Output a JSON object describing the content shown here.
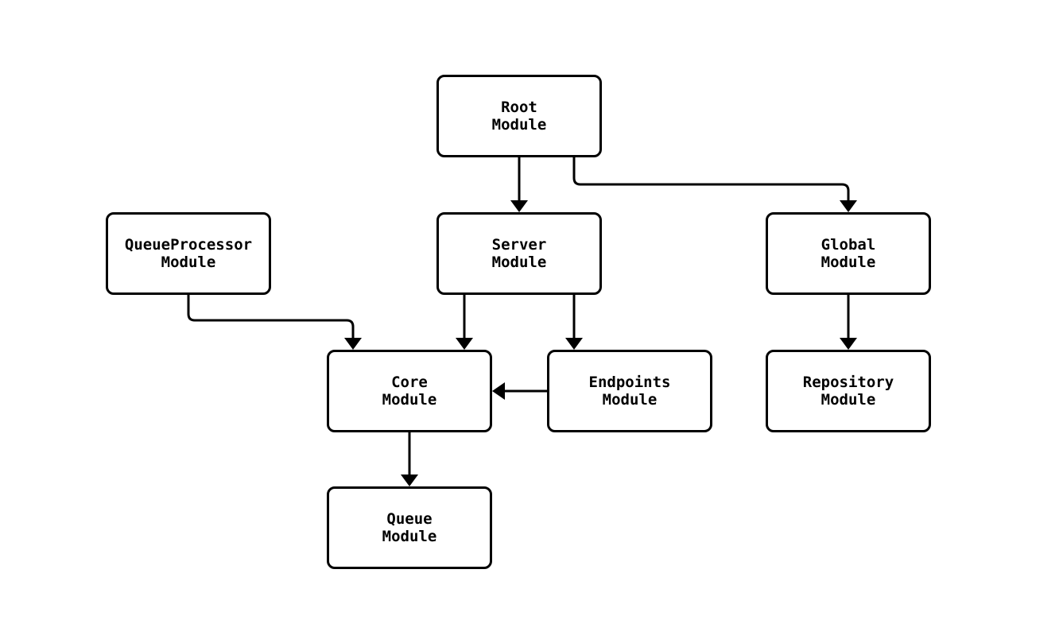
{
  "diagram": {
    "kind": "module-dependency-graph",
    "background_color": "#ffffff",
    "node_fill_color": "#ffffff",
    "stroke_color": "#000000",
    "text_color": "#000000"
  },
  "nodes": {
    "root": {
      "label": "Root\nModule"
    },
    "queueprocessor": {
      "label": "QueueProcessor\nModule"
    },
    "server": {
      "label": "Server\nModule"
    },
    "global": {
      "label": "Global\nModule"
    },
    "core": {
      "label": "Core\nModule"
    },
    "endpoints": {
      "label": "Endpoints\nModule"
    },
    "repository": {
      "label": "Repository\nModule"
    },
    "queue": {
      "label": "Queue\nModule"
    }
  },
  "edges": [
    {
      "from": "Root Module",
      "to": "Server Module"
    },
    {
      "from": "Root Module",
      "to": "Global Module"
    },
    {
      "from": "QueueProcessor Module",
      "to": "Core Module"
    },
    {
      "from": "Server Module",
      "to": "Core Module"
    },
    {
      "from": "Server Module",
      "to": "Endpoints Module"
    },
    {
      "from": "Endpoints Module",
      "to": "Core Module"
    },
    {
      "from": "Global Module",
      "to": "Repository Module"
    },
    {
      "from": "Core Module",
      "to": "Queue Module"
    }
  ]
}
